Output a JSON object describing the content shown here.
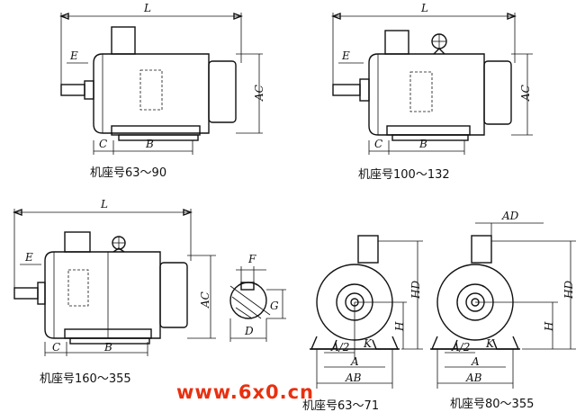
{
  "captions": {
    "frame_63_90": "机座号63～90",
    "frame_100_132": "机座号100～132",
    "frame_160_355": "机座号160～355",
    "frame_63_71": "机座号63～71",
    "frame_80_355": "机座号80～355"
  },
  "dimensions": {
    "L": "L",
    "E": "E",
    "AC": "AC",
    "B": "B",
    "C": "C",
    "F": "F",
    "G": "G",
    "D": "D",
    "HD": "HD",
    "H": "H",
    "A": "A",
    "A2": "A/2",
    "K": "K",
    "AB": "AB",
    "AD": "AD"
  },
  "watermark": "www.6x0.cn",
  "colors": {
    "line": "#111111",
    "watermark": "#e83010"
  }
}
